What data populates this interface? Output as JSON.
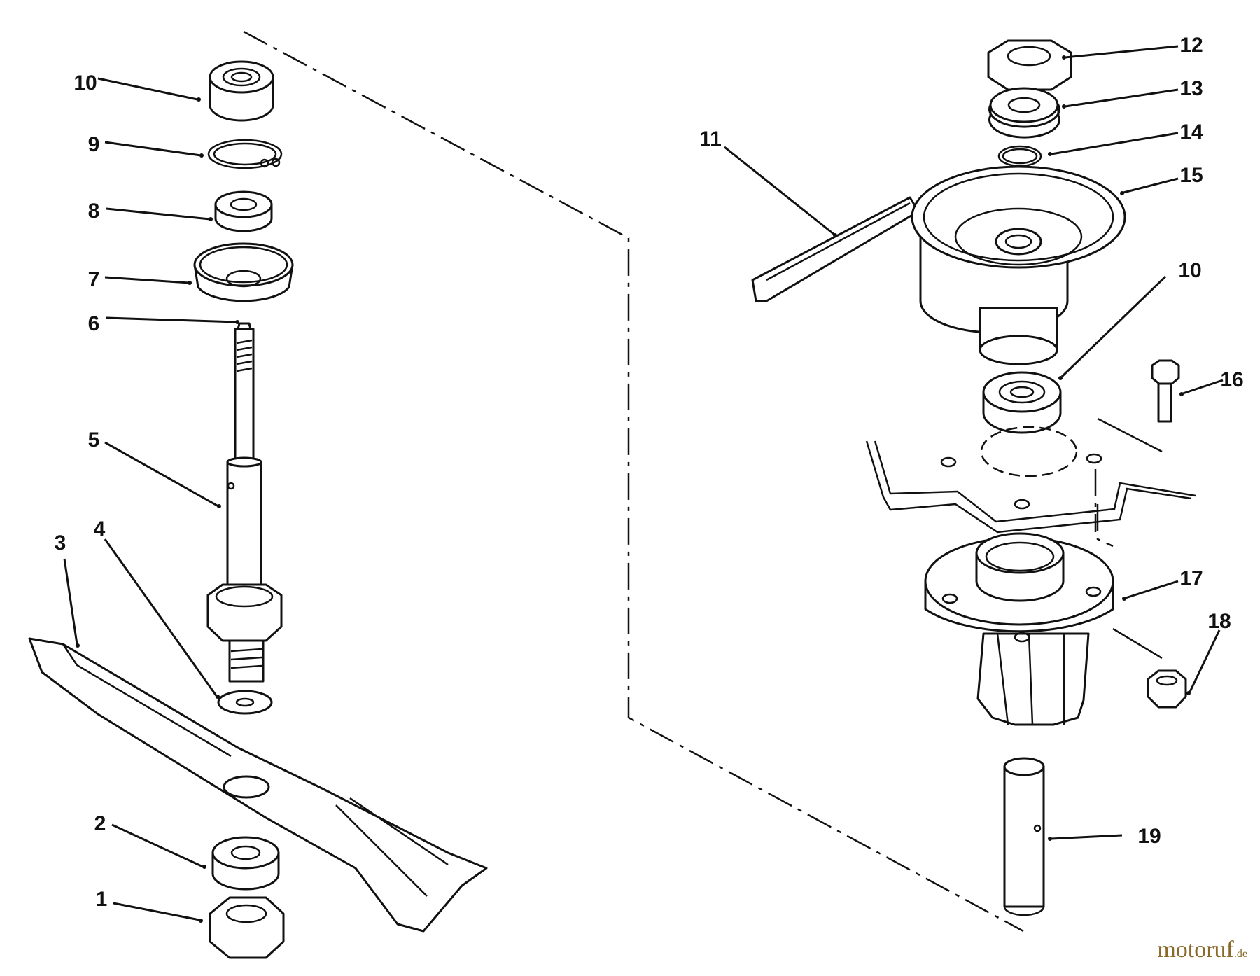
{
  "callouts": [
    "10",
    "9",
    "8",
    "7",
    "6",
    "5",
    "4",
    "3",
    "2",
    "1",
    "11",
    "12",
    "13",
    "14",
    "15",
    "10",
    "16",
    "17",
    "18",
    "19"
  ],
  "watermark": {
    "text": "motoruf",
    "suffix": ".de"
  }
}
